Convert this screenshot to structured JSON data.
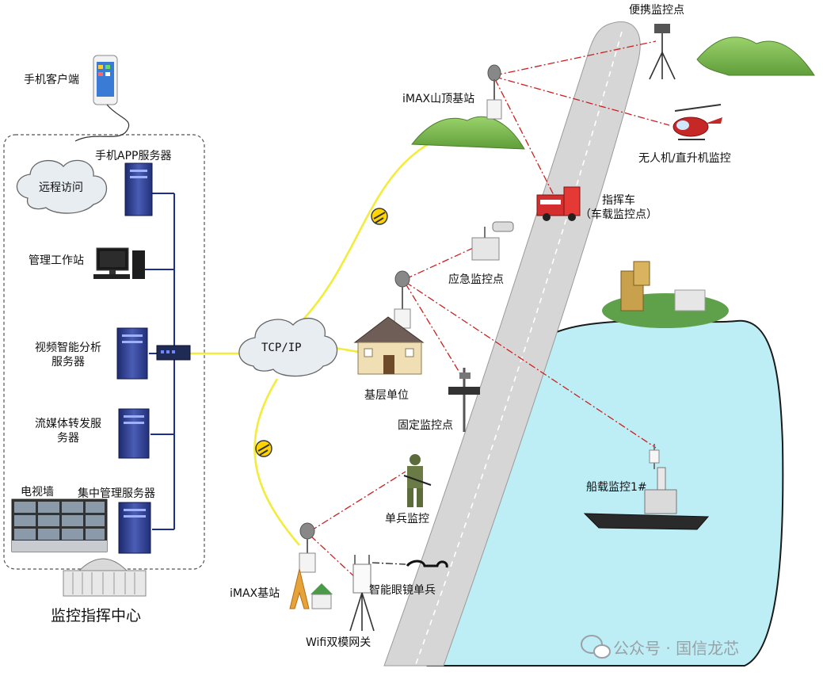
{
  "labels": {
    "phone_client": "手机客户端",
    "remote_access": "远程访问",
    "app_server": "手机APP服务器",
    "workstation": "管理工作站",
    "video_analysis_1": "视频智能分析",
    "video_analysis_2": "服务器",
    "stream_server_1": "流媒体转发服",
    "stream_server_2": "务器",
    "video_wall": "电视墙",
    "central_server": "集中管理服务器",
    "command_center": "监控指挥中心",
    "tcpip": "TCP/IP",
    "mountain_station": "iMAX山顶基站",
    "portable_point": "便携监控点",
    "drone_monitor": "无人机/直升机监控",
    "command_vehicle_1": "指挥车",
    "command_vehicle_2": "（车载监控点）",
    "emergency_point": "应急监控点",
    "base_unit": "基层单位",
    "fixed_point": "固定监控点",
    "ship_monitor": "船载监控1#",
    "soldier_monitor": "单兵监控",
    "glasses_soldier": "智能眼镜单兵",
    "imax_station": "iMAX基站",
    "wifi_gateway": "Wifi双模网关"
  },
  "watermark": "公众号 · 国信龙芯",
  "colors": {
    "wire_yellow": "#f2ec3a",
    "wire_blue": "#1f2f8c",
    "link_red": "#cc1f1f",
    "lake": "#bdeef6",
    "road": "#d6d6d6",
    "server": "#2e3f8f",
    "cloud": "#e8edf2"
  }
}
